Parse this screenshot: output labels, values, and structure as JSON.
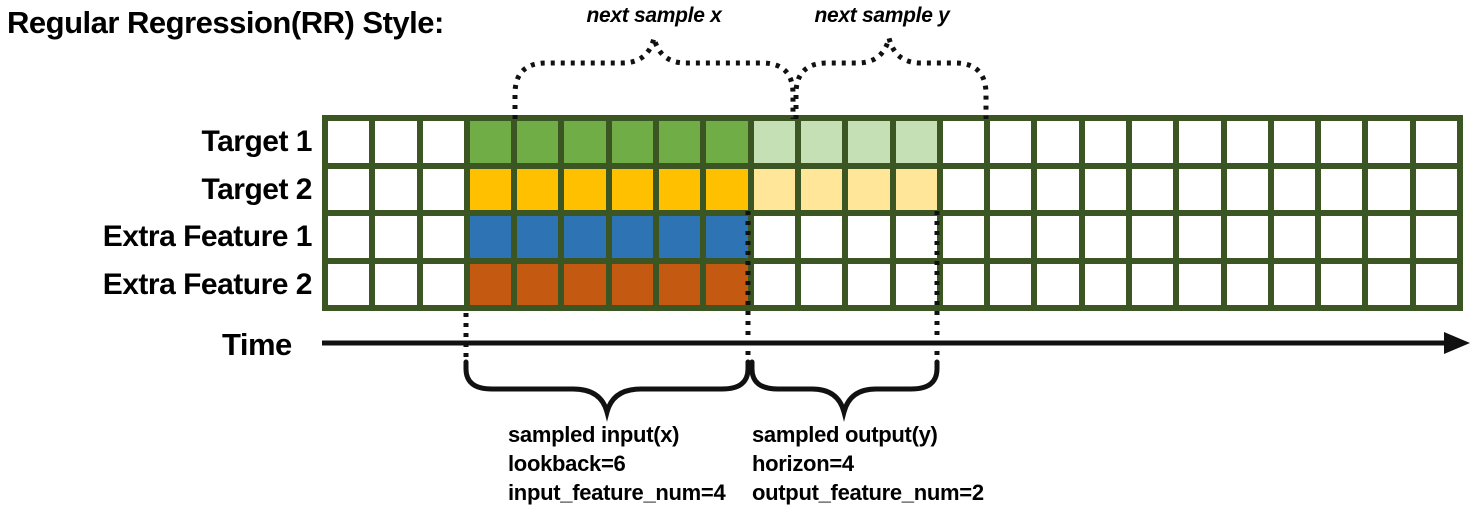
{
  "title": "Regular Regression(RR) Style:",
  "braces": {
    "next_x": "next sample x",
    "next_y": "next sample y"
  },
  "time_label": "Time",
  "grid": {
    "columns": 24,
    "input_start_col": 4,
    "lookback": 6,
    "output_start_col": 10,
    "horizon": 4,
    "border_color": "#3B5623",
    "empty_cell_color": "#FFFFFF",
    "rows": [
      {
        "label": "Target 1",
        "input_color": "#70AD47",
        "output_color": "#C5E0B4"
      },
      {
        "label": "Target 2",
        "input_color": "#FFC000",
        "output_color": "#FFE699"
      },
      {
        "label": "Extra Feature 1",
        "input_color": "#2E74B5",
        "output_color": null
      },
      {
        "label": "Extra Feature 2",
        "input_color": "#C45911",
        "output_color": null
      }
    ]
  },
  "samples": {
    "input": {
      "title": "sampled input(x)",
      "line2": "lookback=6",
      "line3": "input_feature_num=4"
    },
    "output": {
      "title": "sampled output(y)",
      "line2": "horizon=4",
      "line3": "output_feature_num=2"
    }
  }
}
